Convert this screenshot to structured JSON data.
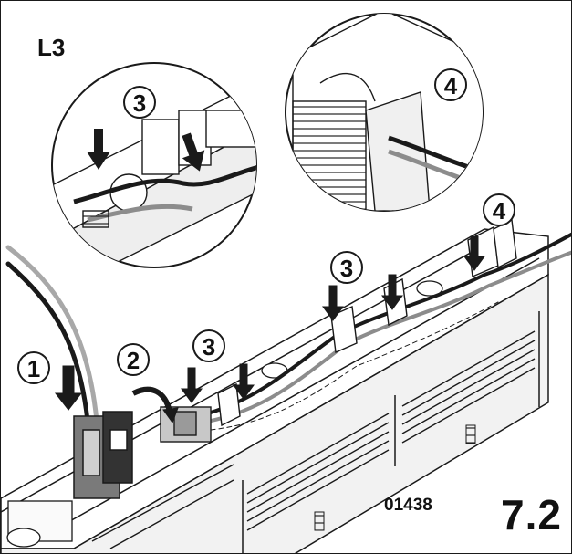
{
  "figure": {
    "label": "L3",
    "code": "01438",
    "number": "7.2"
  },
  "callouts": [
    {
      "id": "c1",
      "text": "1"
    },
    {
      "id": "c2",
      "text": "2"
    },
    {
      "id": "c3a",
      "text": "3"
    },
    {
      "id": "c3b",
      "text": "3"
    },
    {
      "id": "c4",
      "text": "4"
    },
    {
      "id": "c3detail",
      "text": "3"
    },
    {
      "id": "c4detail",
      "text": "4"
    }
  ]
}
